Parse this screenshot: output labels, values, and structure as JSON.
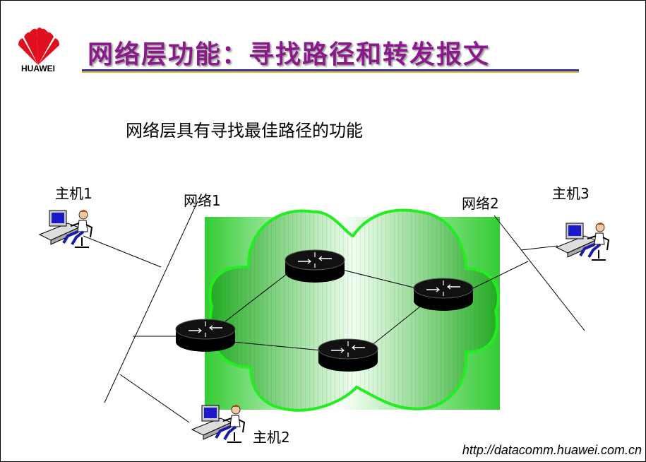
{
  "header": {
    "brand": "HUAWEI",
    "title": "网络层功能：寻找路径和转发报文"
  },
  "main": {
    "subtitle": "网络层具有寻找最佳路径的功能"
  },
  "diagram": {
    "hosts": [
      "主机1",
      "主机2",
      "主机3"
    ],
    "networks": [
      "网络1",
      "网络2"
    ]
  },
  "footer": {
    "url": "http://datacomm.huawei.com.cn"
  },
  "colors": {
    "title": "#8a1a8a",
    "cloud_outline": "#22dd22",
    "cloud_fill": "#33cc33"
  },
  "icons": [
    "huawei-logo",
    "router-icon",
    "workstation-icon"
  ]
}
